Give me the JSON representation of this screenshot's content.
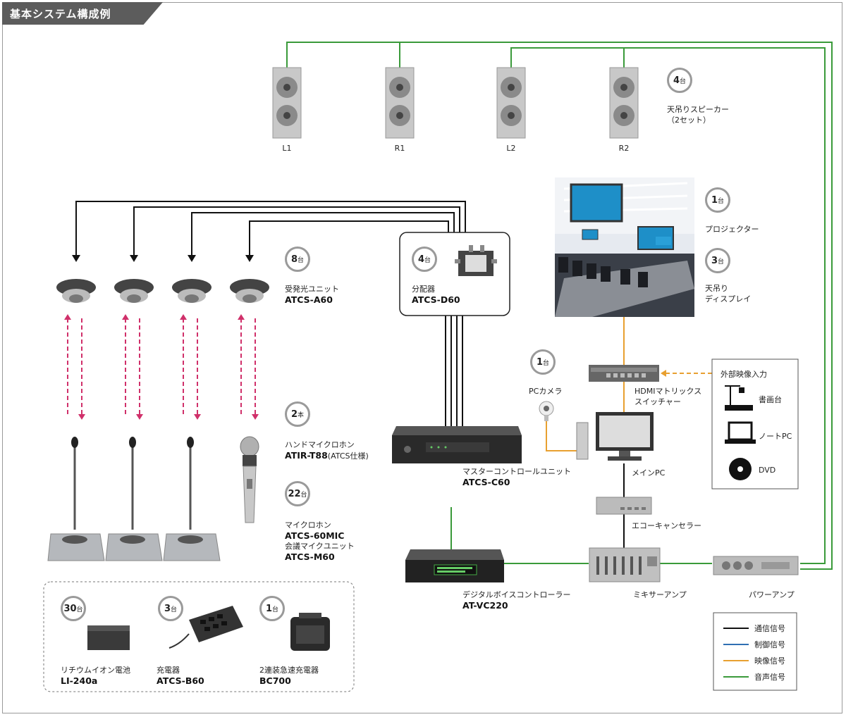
{
  "header": {
    "title": "基本システム構成例"
  },
  "speakers": {
    "labels": [
      "L1",
      "R1",
      "L2",
      "R2"
    ],
    "count": "4",
    "count_unit": "台",
    "caption_line1": "天吊りスピーカー",
    "caption_line2": "（2セット）"
  },
  "projector": {
    "count": "1",
    "count_unit": "台",
    "caption": "プロジェクター"
  },
  "ceiling_display": {
    "count": "3",
    "count_unit": "台",
    "caption_line1": "天吊り",
    "caption_line2": "ディスプレイ"
  },
  "ir_unit": {
    "count": "8",
    "count_unit": "台",
    "caption": "受発光ユニット",
    "model": "ATCS-A60"
  },
  "splitter": {
    "count": "4",
    "count_unit": "台",
    "caption": "分配器",
    "model": "ATCS-D60"
  },
  "hand_mic": {
    "count": "2",
    "count_unit": "本",
    "caption": "ハンドマイクロホン",
    "model": "ATIR-T88",
    "note": "(ATCS仕様)"
  },
  "conf_mic": {
    "count": "22",
    "count_unit": "台",
    "caption1": "マイクロホン",
    "model1": "ATCS-60MIC",
    "caption2": "会議マイクユニット",
    "model2": "ATCS-M60"
  },
  "master_unit": {
    "caption": "マスターコントロールユニット",
    "model": "ATCS-C60"
  },
  "pc_camera": {
    "count": "1",
    "count_unit": "台",
    "caption": "PCカメラ"
  },
  "hdmi_switcher": {
    "caption_line1": "HDMIマトリックス",
    "caption_line2": "スイッチャー"
  },
  "main_pc": {
    "caption": "メインPC"
  },
  "echo_canceller": {
    "caption": "エコーキャンセラー"
  },
  "voice_controller": {
    "caption": "デジタルボイスコントローラー",
    "model": "AT-VC220"
  },
  "mixer_amp": {
    "caption": "ミキサーアンプ"
  },
  "power_amp": {
    "caption": "パワーアンプ"
  },
  "external_input": {
    "title": "外部映像入力",
    "items": [
      "書画台",
      "ノートPC",
      "DVD"
    ]
  },
  "accessories": [
    {
      "count": "30",
      "count_unit": "台",
      "caption": "リチウムイオン電池",
      "model": "LI-240a"
    },
    {
      "count": "3",
      "count_unit": "台",
      "caption": "充電器",
      "model": "ATCS-B60"
    },
    {
      "count": "1",
      "count_unit": "台",
      "caption": "2連装急速充電器",
      "model": "BC700"
    }
  ],
  "legend": {
    "items": [
      {
        "label": "通信信号",
        "color": "#111111"
      },
      {
        "label": "制御信号",
        "color": "#2f6fb3"
      },
      {
        "label": "映像信号",
        "color": "#e8a030"
      },
      {
        "label": "音声信号",
        "color": "#3a9a3a"
      }
    ]
  },
  "colors": {
    "communication": "#111111",
    "control": "#2f6fb3",
    "video": "#e8a030",
    "audio": "#3a9a3a",
    "ir": "#d0306a"
  }
}
